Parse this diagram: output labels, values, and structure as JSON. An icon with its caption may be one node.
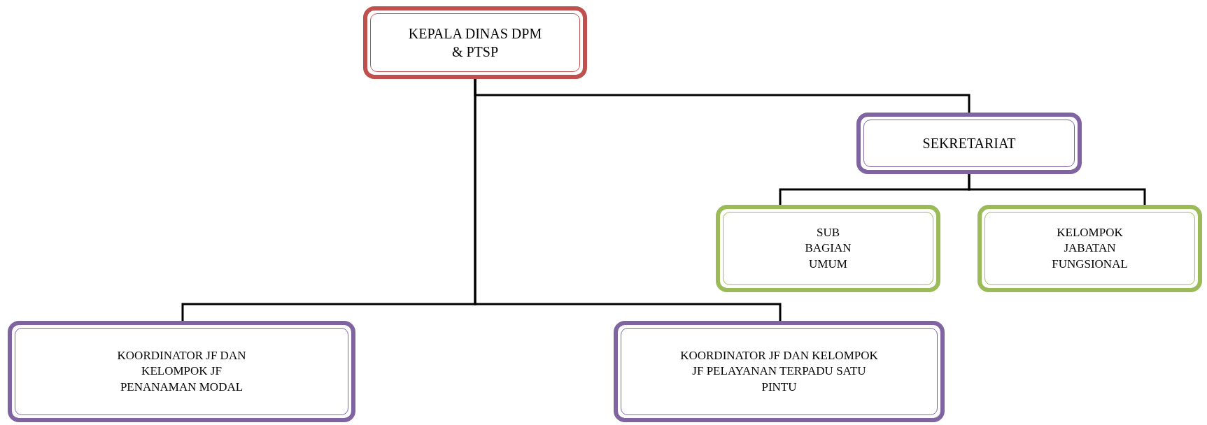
{
  "diagram": {
    "nodes": [
      {
        "text": [
          "KEPALA DINAS DPM & PTSP"
        ]
      },
      {
        "text": [
          "SEKRETARIAT"
        ]
      },
      {
        "text": [
          "SUB BAGIAN UMUM"
        ]
      },
      {
        "text": [
          "KELOMPOK JABATAN FUNGSIONAL"
        ]
      },
      {
        "text": [
          "KOORDINATOR JF DAN KELOMPOK JF PENANAMAN MODAL"
        ]
      },
      {
        "text": [
          "KOORDINATOR JF DAN KELOMPOK JF PELAYANAN TERPADU SATU PINTU"
        ]
      }
    ],
    "edges": [
      {
        "from": 0,
        "to": 1,
        "arrow": "none"
      },
      {
        "from": 0,
        "to": 4,
        "arrow": "none"
      },
      {
        "from": 0,
        "to": 5,
        "arrow": "none"
      },
      {
        "from": 1,
        "to": 2,
        "arrow": "none"
      },
      {
        "from": 1,
        "to": 3,
        "arrow": "none"
      }
    ]
  }
}
